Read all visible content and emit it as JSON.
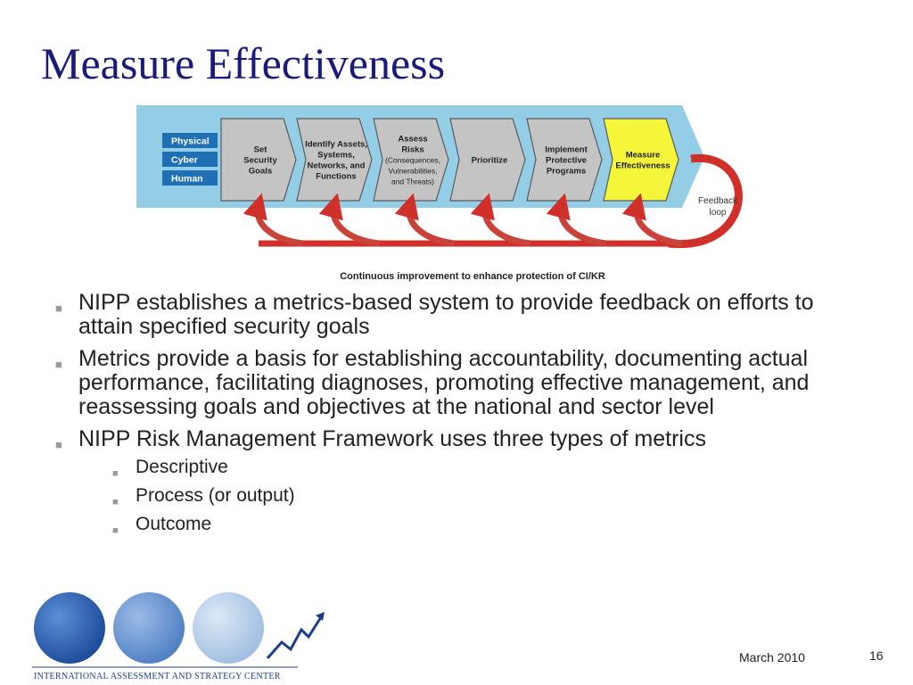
{
  "slide": {
    "title": "Measure Effectiveness",
    "date": "March 2010",
    "page_number": "16"
  },
  "diagram": {
    "categories": [
      "Physical",
      "Cyber",
      "Human"
    ],
    "steps": [
      {
        "lines": [
          "Set",
          "Security",
          "Goals"
        ],
        "highlight": false
      },
      {
        "lines": [
          "Identify Assets,",
          "Systems,",
          "Networks, and",
          "Functions"
        ],
        "highlight": false
      },
      {
        "lines": [
          "Assess",
          "Risks",
          "(Consequences,",
          "Vulnerabilities,",
          "and Threats)"
        ],
        "highlight": false
      },
      {
        "lines": [
          "Prioritize"
        ],
        "highlight": false
      },
      {
        "lines": [
          "Implement",
          "Protective",
          "Programs"
        ],
        "highlight": false
      },
      {
        "lines": [
          "Measure",
          "Effectiveness"
        ],
        "highlight": true
      }
    ],
    "feedback_label": [
      "Feedback",
      "loop"
    ],
    "caption": "Continuous improvement to enhance protection of CI/KR",
    "colors": {
      "band": "#93cde6",
      "category_box": "#1f6fb5",
      "step_fill": "#c4c4c4",
      "highlight_fill": "#f5f53a",
      "arrow": "#d0302a"
    }
  },
  "bullets": [
    {
      "text": "NIPP establishes a metrics-based system to provide feedback on efforts to attain specified security goals",
      "sub": []
    },
    {
      "text": "Metrics provide a basis for establishing accountability, documenting actual performance, facilitating diagnoses, promoting effective management, and reassessing goals and objectives at the national and sector level",
      "sub": []
    },
    {
      "text": "NIPP Risk Management Framework uses three types of metrics",
      "sub": [
        "Descriptive",
        "Process (or output)",
        "Outcome"
      ]
    }
  ],
  "logo": {
    "text": "INTERNATIONAL ASSESSMENT AND STRATEGY CENTER"
  }
}
